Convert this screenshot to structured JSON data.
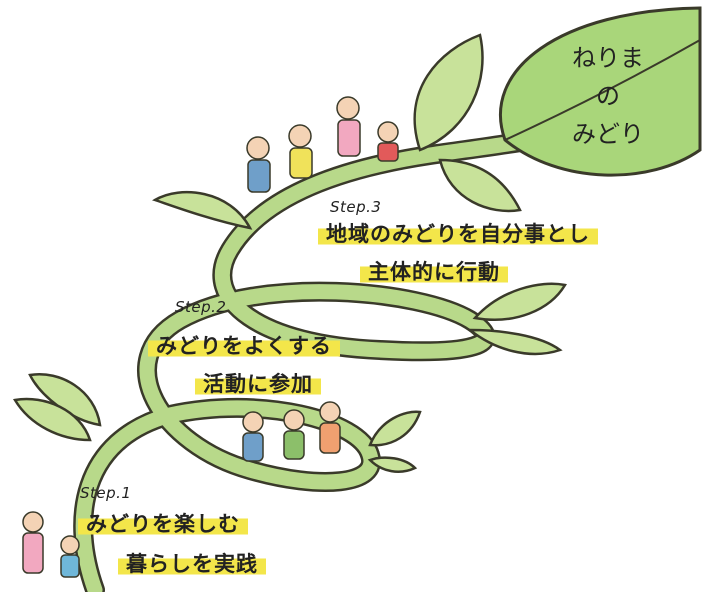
{
  "title": {
    "line1": "ねりま",
    "line2": "の",
    "line3": "みどり"
  },
  "steps": [
    {
      "label": "Step.1",
      "lines": [
        "みどりを楽しむ",
        "暮らしを実践"
      ]
    },
    {
      "label": "Step.2",
      "lines": [
        "みどりをよくする",
        "活動に参加"
      ]
    },
    {
      "label": "Step.3",
      "lines": [
        "地域のみどりを自分事とし",
        "主体的に行動"
      ]
    }
  ],
  "colors": {
    "stem": "#b8d98a",
    "stem_outline": "#3a3a2a",
    "leaf": "#c8e29a",
    "big_leaf": "#a9d67a",
    "highlight": "#f3e64a"
  },
  "figures": [
    "children-walking-group",
    "children-on-stem-top",
    "parent-child-bottom"
  ]
}
